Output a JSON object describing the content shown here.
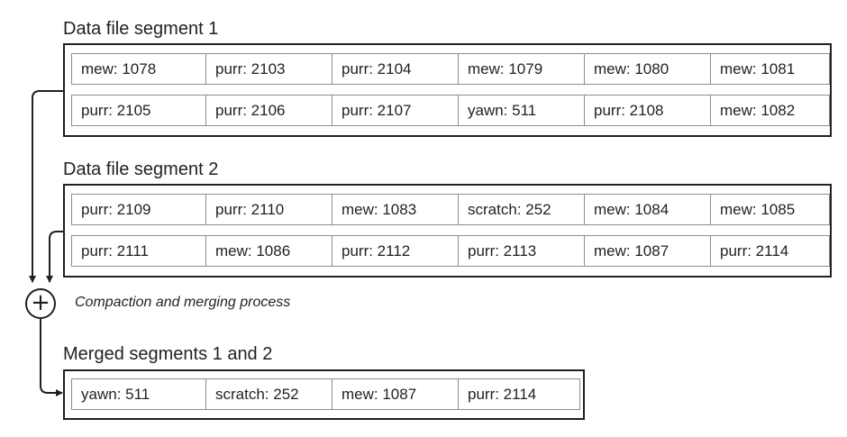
{
  "process": {
    "symbol": "+",
    "label": "Compaction and merging process"
  },
  "segments": [
    {
      "title": "Data file segment 1",
      "rows": [
        [
          "mew: 1078",
          "purr: 2103",
          "purr: 2104",
          "mew: 1079",
          "mew: 1080",
          "mew: 1081"
        ],
        [
          "purr: 2105",
          "purr: 2106",
          "purr: 2107",
          "yawn: 511",
          "purr: 2108",
          "mew: 1082"
        ]
      ]
    },
    {
      "title": "Data file segment 2",
      "rows": [
        [
          "purr: 2109",
          "purr: 2110",
          "mew: 1083",
          "scratch: 252",
          "mew: 1084",
          "mew: 1085"
        ],
        [
          "purr: 2111",
          "mew: 1086",
          "purr: 2112",
          "purr: 2113",
          "mew: 1087",
          "purr: 2114"
        ]
      ]
    },
    {
      "title": "Merged segments 1 and 2",
      "rows": [
        [
          "yawn: 511",
          "scratch: 252",
          "mew: 1087",
          "purr: 2114"
        ]
      ]
    }
  ]
}
